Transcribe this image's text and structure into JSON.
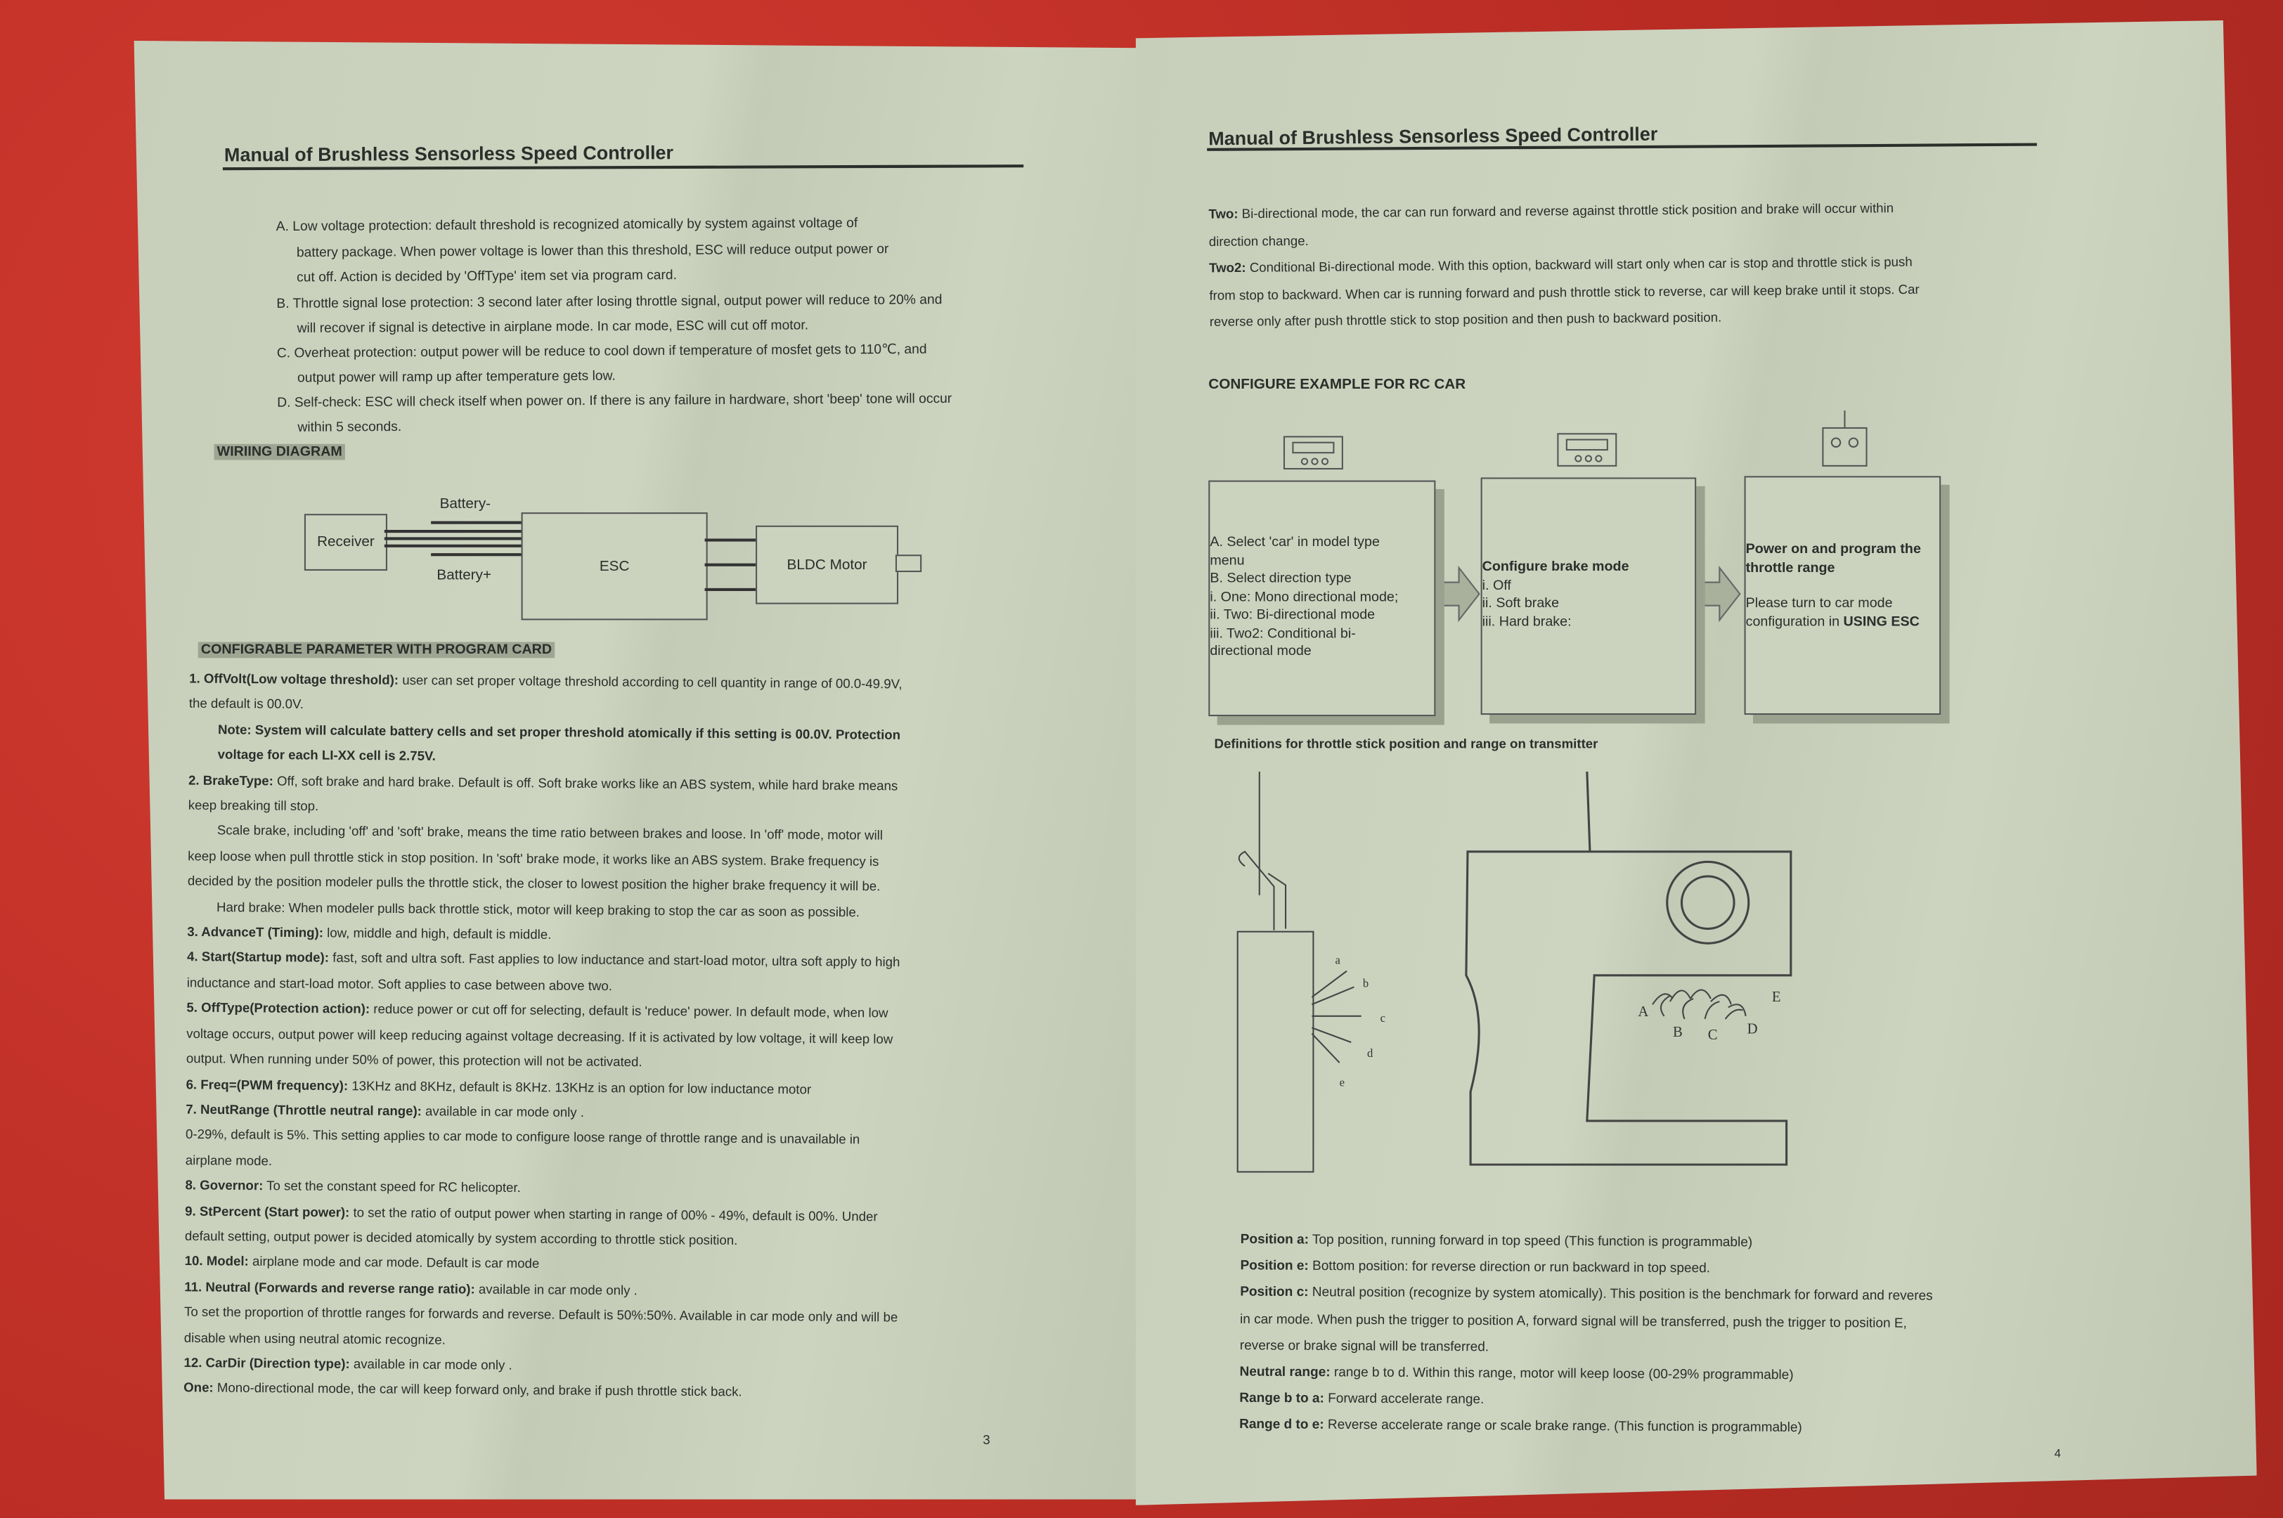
{
  "left_page": {
    "header": "Manual of Brushless Sensorless Speed Controller",
    "protections": [
      {
        "lines": [
          "A. Low voltage protection: default threshold is recognized atomically by system against voltage of",
          "battery package. When power voltage is lower than this threshold, ESC will reduce output power or",
          "cut off. Action is decided by 'OffType' item set via program card."
        ]
      },
      {
        "lines": [
          "B. Throttle signal lose protection: 3 second later after losing throttle signal, output power will reduce to 20% and",
          "will recover if signal is detective in airplane mode. In car mode, ESC will cut off motor."
        ]
      },
      {
        "lines": [
          "C. Overheat protection: output power will be reduce to cool down if temperature of mosfet gets to 110℃, and",
          "output power will ramp up after temperature gets low."
        ]
      },
      {
        "lines": [
          "D. Self-check: ESC will check itself when power on. If there is any failure in hardware, short 'beep' tone will occur",
          "within 5 seconds."
        ]
      }
    ],
    "wiring_heading": "WIRIING DIAGRAM",
    "wiring": {
      "receiver": "Receiver",
      "battery_minus": "Battery-",
      "battery_plus": "Battery+",
      "esc": "ESC",
      "motor": "BLDC Motor"
    },
    "params_heading": "CONFIGRABLE PARAMETER WITH PROGRAM CARD",
    "params": [
      {
        "term": "1. OffVolt(Low voltage threshold):",
        "lines": [
          " user can set proper voltage threshold according to cell quantity in range of 00.0-49.9V,",
          "the default is 00.0V."
        ]
      },
      {
        "term": "",
        "lines": [
          "Note: System will calculate battery cells and set proper threshold atomically if this setting is 00.0V. Protection",
          "voltage for each LI-XX cell is 2.75V."
        ]
      },
      {
        "term": "2. BrakeType:",
        "lines": [
          " Off, soft brake and hard brake. Default is off. Soft brake works like an ABS system, while hard brake means",
          "keep breaking till stop."
        ]
      },
      {
        "term": "",
        "lines": [
          "Scale brake, including 'off' and 'soft' brake, means the time ratio between brakes and loose. In 'off' mode, motor will",
          "keep loose when pull throttle stick in stop position. In 'soft' brake mode, it works like an ABS system. Brake frequency is",
          "decided by the position modeler pulls the throttle stick, the closer to lowest position the higher brake frequency it will be."
        ]
      },
      {
        "term": "",
        "lines": [
          "Hard brake: When modeler pulls back throttle stick, motor will keep braking to stop the car as soon as possible."
        ]
      },
      {
        "term": "3. AdvanceT (Timing):",
        "lines": [
          " low, middle and high, default is middle."
        ]
      },
      {
        "term": "4. Start(Startup mode):",
        "lines": [
          " fast, soft and ultra soft. Fast applies to low inductance and start-load motor, ultra soft apply to high",
          "inductance and start-load motor. Soft applies to case between above two."
        ]
      },
      {
        "term": "5. OffType(Protection action):",
        "lines": [
          " reduce power or cut off for selecting, default is 'reduce' power. In default mode, when low",
          "voltage occurs, output power will keep reducing against voltage decreasing. If it is activated by low voltage, it will keep low",
          "output. When running under 50% of power, this protection will not be activated."
        ]
      },
      {
        "term": "6. Freq=(PWM frequency):",
        "lines": [
          " 13KHz and 8KHz, default is 8KHz. 13KHz is an option for low inductance motor"
        ]
      },
      {
        "term": "7. NeutRange (Throttle neutral range):",
        "lines": [
          "   available in car mode only .",
          "0-29%, default is 5%. This setting applies to car mode to configure loose range of throttle range and is unavailable in",
          "airplane mode."
        ]
      },
      {
        "term": "8. Governor:",
        "lines": [
          " To set the constant speed for RC helicopter."
        ]
      },
      {
        "term": "9. StPercent (Start power):",
        "lines": [
          " to set the ratio of output power when starting in range of 00% - 49%, default is 00%. Under",
          "default setting, output power is decided atomically by system according to throttle stick position."
        ]
      },
      {
        "term": "10. Model:",
        "lines": [
          " airplane mode and car mode. Default is car mode"
        ]
      },
      {
        "term": "11. Neutral (Forwards and reverse range ratio):",
        "lines": [
          " available in car mode only .",
          "To set the proportion of throttle ranges for forwards and reverse. Default is 50%:50%. Available in car mode only and will be",
          "disable when using neutral atomic recognize."
        ]
      },
      {
        "term": "12. CarDir (Direction type):",
        "lines": [
          "   available in car mode only ."
        ]
      },
      {
        "term": "One:",
        "lines": [
          " Mono-directional mode, the car will keep forward only, and brake if push throttle stick back."
        ]
      }
    ],
    "page_number": "3"
  },
  "right_page": {
    "header": "Manual of Brushless Sensorless Speed Controller",
    "intro": [
      {
        "term": "Two:",
        "lines": [
          " Bi-directional mode, the car can run forward and reverse against throttle stick position and brake will occur within",
          "direction change."
        ]
      },
      {
        "term": "Two2:",
        "lines": [
          " Conditional Bi-directional mode. With this option, backward will start only when car is stop and throttle stick is push",
          "from stop to backward. When car is running forward and push throttle stick to reverse, car will keep brake until it stops. Car",
          "reverse only after push throttle stick to stop position and then push to backward position."
        ]
      }
    ],
    "configure_heading": "CONFIGURE EXAMPLE FOR RC CAR",
    "steps": [
      {
        "lines": [
          "A. Select 'car' in model type",
          "menu",
          "B. Select direction type",
          "i. One: Mono directional mode;",
          "ii. Two: Bi-directional mode",
          "iii. Two2: Conditional bi-",
          "directional mode"
        ]
      },
      {
        "title": "Configure brake mode",
        "lines": [
          "i. Off",
          "ii.  Soft brake",
          "iii. Hard brake:"
        ]
      },
      {
        "title": "Power on and program the throttle range",
        "lines": [
          "Please turn to car mode configuration in "
        ],
        "bold_tail": "USING ESC"
      }
    ],
    "definitions_heading": "Definitions for throttle stick position and range on transmitter",
    "stick_labels": [
      "a",
      "b",
      "c",
      "d",
      "e"
    ],
    "trigger_labels": [
      "A",
      "B",
      "C",
      "D",
      "E"
    ],
    "definitions": [
      {
        "term": "Position a:",
        "text": " Top position, running forward in top speed (This function is programmable)"
      },
      {
        "term": "Position e:",
        "text": " Bottom position: for reverse direction or run backward in top speed."
      },
      {
        "term": "Position c:",
        "text": " Neutral position (recognize by system atomically). This position is the benchmark for forward and reveres",
        "more": [
          "in car mode. When push the trigger to position A, forward signal will be transferred, push the trigger to position E,",
          "reverse or brake signal will be transferred."
        ]
      },
      {
        "term": "Neutral range:",
        "text": " range b to d. Within this range, motor will keep loose (00-29% programmable)"
      },
      {
        "term": "Range b to a:",
        "text": " Forward accelerate range."
      },
      {
        "term": "Range d to e:",
        "text": " Reverse accelerate range or scale brake range. (This function is programmable)"
      }
    ],
    "page_number": "4"
  }
}
